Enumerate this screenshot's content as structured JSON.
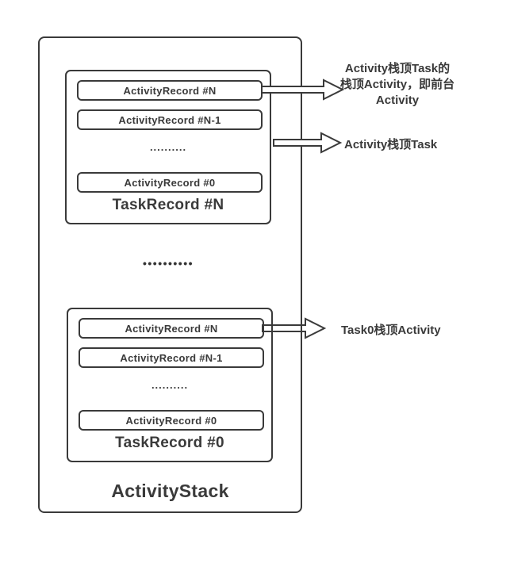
{
  "colors": {
    "line": "#3a3a3a",
    "background": "#ffffff"
  },
  "stack": {
    "label": "ActivityStack",
    "separator_dots": "••••••••••",
    "tasks": [
      {
        "label": "TaskRecord #N",
        "records": [
          "ActivityRecord #N",
          "ActivityRecord #N-1",
          "ActivityRecord #0"
        ],
        "ellipsis": ".........."
      },
      {
        "label": "TaskRecord #0",
        "records": [
          "ActivityRecord #N",
          "ActivityRecord #N-1",
          "ActivityRecord #0"
        ],
        "ellipsis": ".........."
      }
    ]
  },
  "annotations": [
    {
      "text": "Activity栈顶Task的\n栈顶Activity，即前台\nActivity"
    },
    {
      "text": "Activity栈顶Task"
    },
    {
      "text": "Task0栈顶Activity"
    }
  ],
  "icons": {
    "arrow_style": "hollow-right-arrow"
  }
}
